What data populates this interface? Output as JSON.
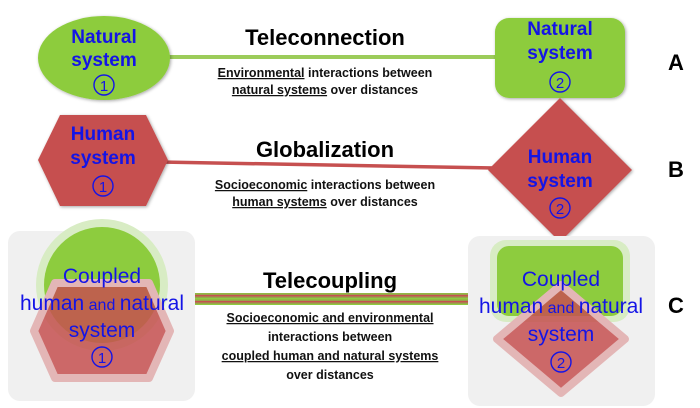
{
  "rows": {
    "a": {
      "label": "A",
      "title": "Teleconnection",
      "sub_line1_u": "Environmental",
      "sub_line1_rest": " interactions between",
      "sub_line2_u": "natural systems",
      "sub_line2_rest": " over distances",
      "left": {
        "line1": "Natural",
        "line2": "system",
        "num": "1"
      },
      "right": {
        "line1": "Natural",
        "line2": "system",
        "num": "2"
      }
    },
    "b": {
      "label": "B",
      "title": "Globalization",
      "sub_line1_u": "Socioeconomic",
      "sub_line1_rest": " interactions between",
      "sub_line2_u": "human systems",
      "sub_line2_rest": " over distances",
      "left": {
        "line1": "Human",
        "line2": "system",
        "num": "1"
      },
      "right": {
        "line1": "Human",
        "line2": "system",
        "num": "2"
      }
    },
    "c": {
      "label": "C",
      "title": "Telecoupling",
      "sub_line1": "Socioeconomic and environmental",
      "sub_line2": "interactions between",
      "sub_line3": "coupled human and natural systems",
      "sub_line4": "over distances",
      "left": {
        "line1": "Coupled",
        "line2a": "human",
        "line2b": " and ",
        "line2c": "natural",
        "line3": "system",
        "num": "1"
      },
      "right": {
        "line1": "Coupled",
        "line2a": "human",
        "line2b": " and ",
        "line2c": "natural",
        "line3": "system",
        "num": "2"
      }
    }
  },
  "colors": {
    "natural": "#8dcc3e",
    "human": "#c65050",
    "text": "#1414e6",
    "panel": "#f0f0f0"
  }
}
